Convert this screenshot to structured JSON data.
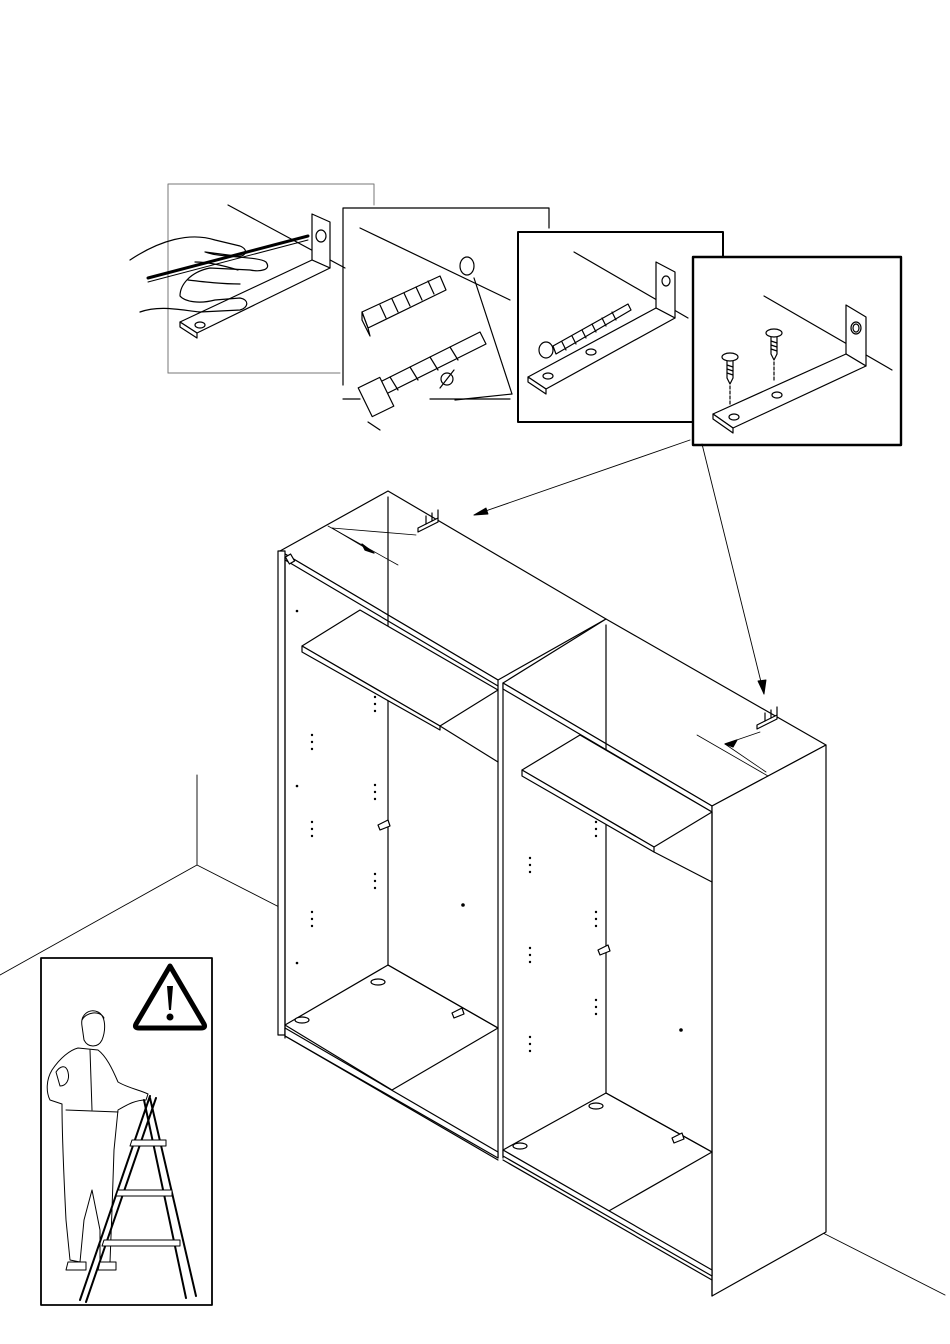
{
  "page": {
    "kind": "assembly-instruction-sheet",
    "background": "#ffffff",
    "line_color": "#000000",
    "step_frames": [
      {
        "id": "mark-holes",
        "icon": "pencil-marking-icon"
      },
      {
        "id": "drill-and-plug",
        "icon": "wall-plug-icon"
      },
      {
        "id": "screw-to-wall",
        "icon": "long-screw-icon"
      },
      {
        "id": "screw-to-cabinet",
        "icon": "short-screws-icon"
      }
    ],
    "warning": {
      "icon": "warning-triangle-icon",
      "figure": "person-on-stepladder-icon"
    }
  }
}
